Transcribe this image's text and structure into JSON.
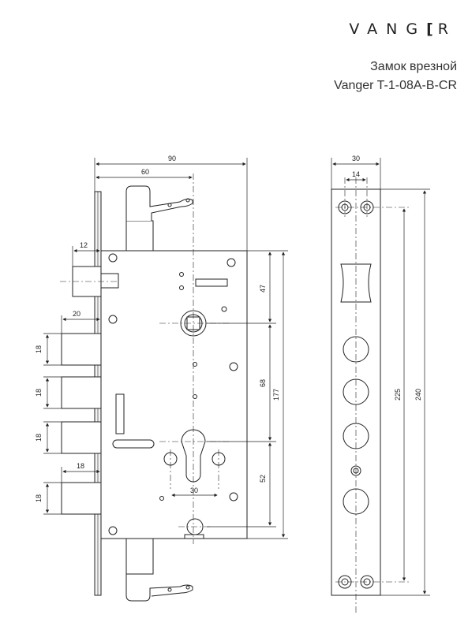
{
  "brand": {
    "left": "VANG",
    "bracket": "[",
    "right": "R"
  },
  "header": {
    "line1": "Замок врезной",
    "line2": "Vanger T-1-08A-B-CR"
  },
  "dimensions": {
    "d90": "90",
    "d60": "60",
    "d12": "12",
    "d20": "20",
    "d18a": "18",
    "d18b": "18",
    "d18c": "18",
    "d18d": "18",
    "d18e": "18",
    "d47": "47",
    "d68": "68",
    "d177": "177",
    "d52": "52",
    "d30": "30",
    "d30top": "30",
    "d14": "14",
    "d225": "225",
    "d240": "240"
  }
}
